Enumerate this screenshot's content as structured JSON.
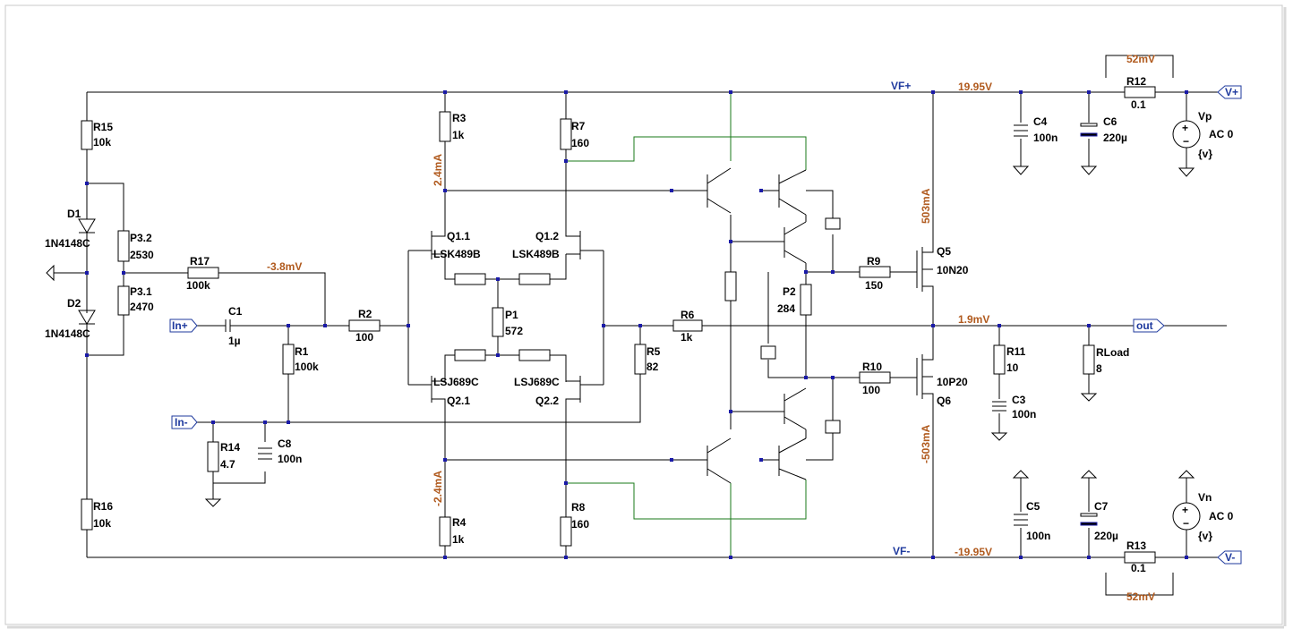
{
  "components": [
    {
      "id": "r15",
      "ref": "R15",
      "value": "10k"
    },
    {
      "id": "r16",
      "ref": "R16",
      "value": "10k"
    },
    {
      "id": "d1",
      "ref": "D1",
      "value": "1N4148C"
    },
    {
      "id": "d2",
      "ref": "D2",
      "value": "1N4148C"
    },
    {
      "id": "p32",
      "ref": "P3.2",
      "value": "2530"
    },
    {
      "id": "p31",
      "ref": "P3.1",
      "value": "2470"
    },
    {
      "id": "r17",
      "ref": "R17",
      "value": "100k"
    },
    {
      "id": "c1",
      "ref": "C1",
      "value": "1µ"
    },
    {
      "id": "r1",
      "ref": "R1",
      "value": "100k"
    },
    {
      "id": "r2",
      "ref": "R2",
      "value": "100"
    },
    {
      "id": "r14",
      "ref": "R14",
      "value": "4.7"
    },
    {
      "id": "c8",
      "ref": "C8",
      "value": "100n"
    },
    {
      "id": "r3",
      "ref": "R3",
      "value": "1k"
    },
    {
      "id": "r4",
      "ref": "R4",
      "value": "1k"
    },
    {
      "id": "r7",
      "ref": "R7",
      "value": "160"
    },
    {
      "id": "r8",
      "ref": "R8",
      "value": "160"
    },
    {
      "id": "q11",
      "ref": "Q1.1",
      "value": "LSK489B"
    },
    {
      "id": "q12",
      "ref": "Q1.2",
      "value": "LSK489B"
    },
    {
      "id": "q21",
      "ref": "Q2.1",
      "value": "LSJ689C"
    },
    {
      "id": "q22",
      "ref": "Q2.2",
      "value": "LSJ689C"
    },
    {
      "id": "p1",
      "ref": "P1",
      "value": "572"
    },
    {
      "id": "r5",
      "ref": "R5",
      "value": "82"
    },
    {
      "id": "r6",
      "ref": "R6",
      "value": "1k"
    },
    {
      "id": "p2",
      "ref": "P2",
      "value": "284"
    },
    {
      "id": "r9",
      "ref": "R9",
      "value": "150"
    },
    {
      "id": "r10",
      "ref": "R10",
      "value": "100"
    },
    {
      "id": "q5",
      "ref": "Q5",
      "value": "10N20"
    },
    {
      "id": "q6",
      "ref": "Q6",
      "value": "10P20"
    },
    {
      "id": "c4",
      "ref": "C4",
      "value": "100n"
    },
    {
      "id": "c6",
      "ref": "C6",
      "value": "220µ"
    },
    {
      "id": "c5",
      "ref": "C5",
      "value": "100n"
    },
    {
      "id": "c7",
      "ref": "C7",
      "value": "220µ"
    },
    {
      "id": "r12",
      "ref": "R12",
      "value": "0.1"
    },
    {
      "id": "r13",
      "ref": "R13",
      "value": "0.1"
    },
    {
      "id": "vp",
      "ref": "Vp",
      "value": "AC 0"
    },
    {
      "id": "vn",
      "ref": "Vn",
      "value": "AC 0"
    },
    {
      "id": "r11",
      "ref": "R11",
      "value": "10"
    },
    {
      "id": "c3",
      "ref": "C3",
      "value": "100n"
    },
    {
      "id": "rload",
      "ref": "RLoad",
      "value": "8"
    }
  ],
  "sources": {
    "vp_param": "{v}",
    "vn_param": "{v}"
  },
  "ports": {
    "in_plus": "In+",
    "in_minus": "In-",
    "out": "out",
    "v_plus": "V+",
    "v_minus": "V-"
  },
  "nets": {
    "vf_plus": "VF+",
    "vf_minus": "VF-"
  },
  "measurements": {
    "v_top": "19.95V",
    "v_bottom": "-19.95V",
    "v_out": "1.9mV",
    "v_bias": "-3.8mV",
    "i_top": "2.4mA",
    "i_bottom": "-2.4mA",
    "i_q5": "503mA",
    "i_q6": "-503mA",
    "v_r12": "52mV",
    "v_r13": "52mV"
  },
  "colors": {
    "wire": "#000000",
    "feedback_wire": "#1a7a1a",
    "junction": "#1a1aa8",
    "measurement": "#b05a1e",
    "net_label": "#1f3a9e"
  }
}
